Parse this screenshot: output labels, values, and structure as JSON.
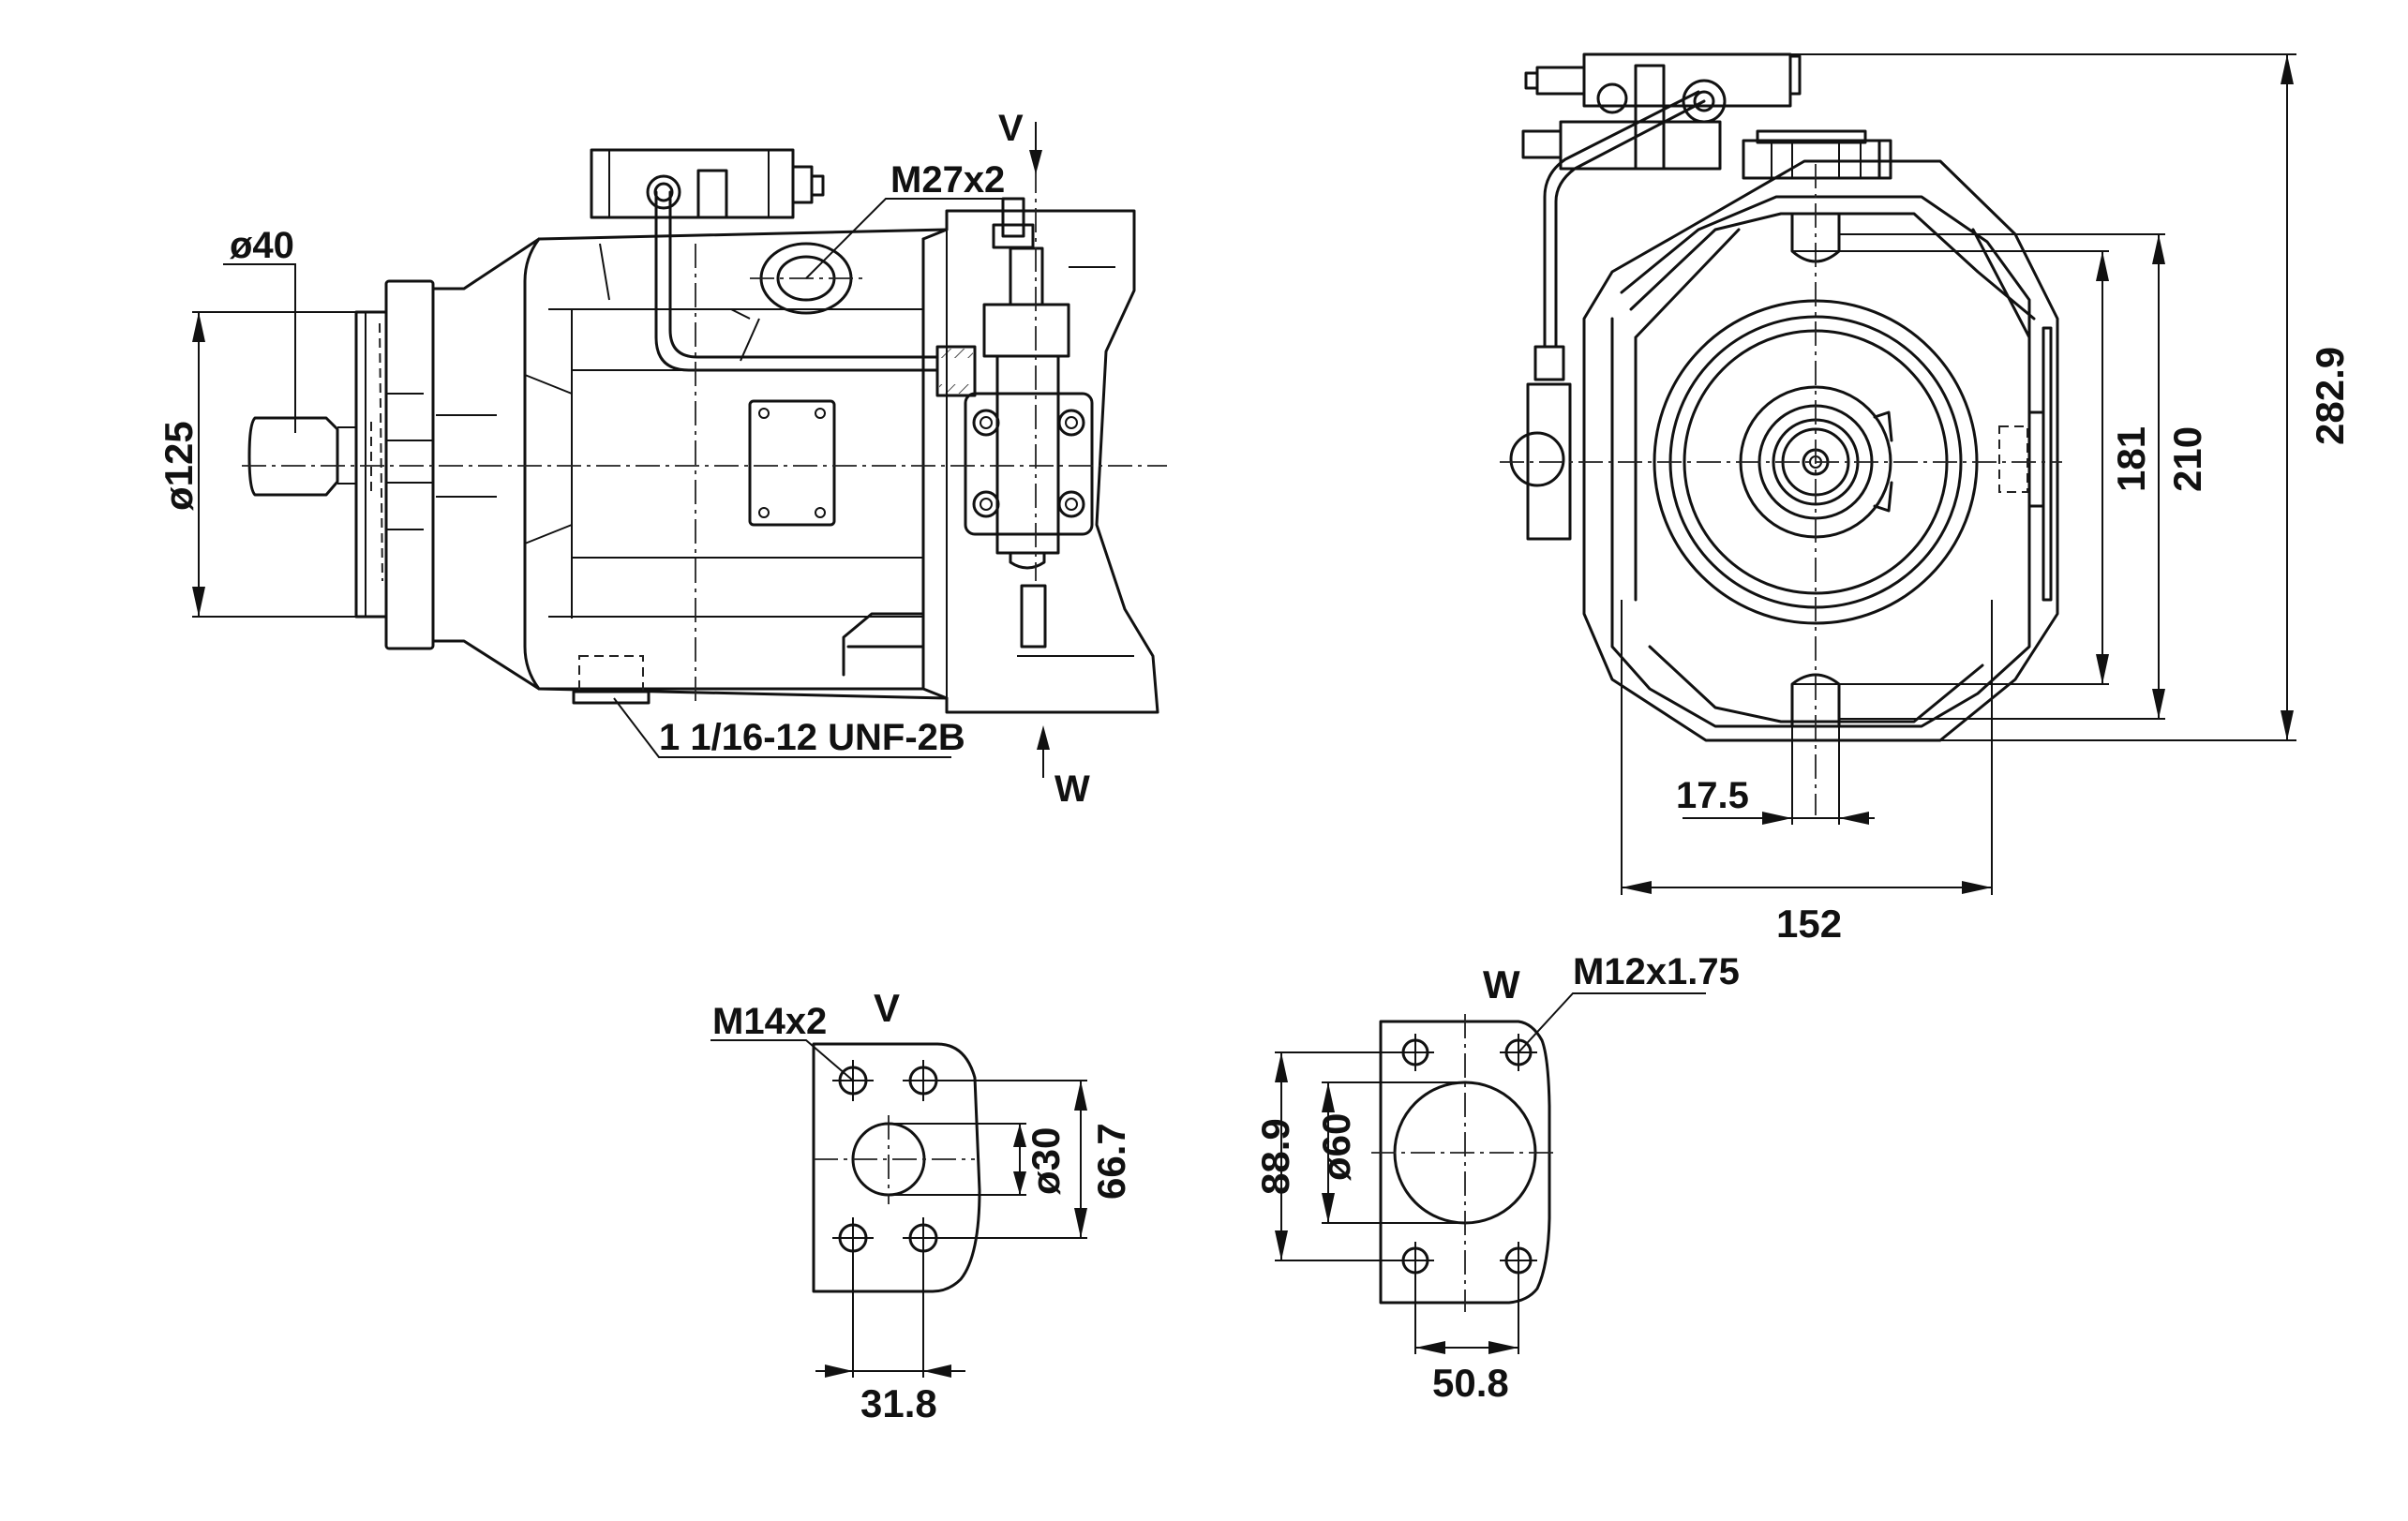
{
  "drawing": {
    "subject": "Hydraulic axial piston pump dimensional drawing",
    "line_color": "#111111",
    "background": "#ffffff"
  },
  "side_view": {
    "shaft_diameter": "ø40",
    "pilot_diameter": "ø125",
    "pressure_port_thread": "M27x2",
    "drain_port_thread": "1 1/16-12 UNF-2B",
    "port_v_label": "V",
    "port_w_label": "W"
  },
  "front_view": {
    "overall_height": "282.9",
    "mount_height_outer": "210",
    "mount_height_inner": "181",
    "slot_width": "17.5",
    "overall_width": "152"
  },
  "port_v_flange": {
    "title": "V",
    "bolt_thread": "M14x2",
    "bore_diameter": "ø30",
    "bolt_spacing_vertical": "66.7",
    "bolt_spacing_horizontal": "31.8"
  },
  "port_w_flange": {
    "title": "W",
    "bolt_thread": "M12x1.75",
    "bore_diameter": "ø60",
    "bolt_spacing_vertical": "88.9",
    "bolt_spacing_horizontal": "50.8"
  }
}
